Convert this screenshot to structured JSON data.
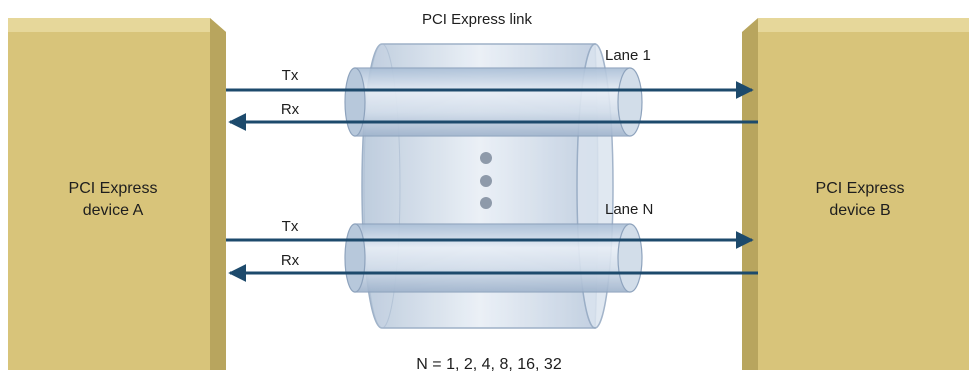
{
  "diagram": {
    "link_title": "PCI Express link",
    "device_a": {
      "line1": "PCI Express",
      "line2": "device A"
    },
    "device_b": {
      "line1": "PCI Express",
      "line2": "device B"
    },
    "lane_top": {
      "label": "Lane 1",
      "tx": "Tx",
      "rx": "Rx"
    },
    "lane_bottom": {
      "label": "Lane N",
      "tx": "Tx",
      "rx": "Rx"
    },
    "footnote": "N = 1, 2, 4, 8, 16, 32"
  },
  "colors": {
    "device_face": "#d8c47a",
    "device_side": "#b8a55e",
    "device_top": "#e6d79a",
    "signal_line": "#1d4a6c",
    "tube": "#c4d3e4",
    "dots": "#8e9aaa"
  }
}
